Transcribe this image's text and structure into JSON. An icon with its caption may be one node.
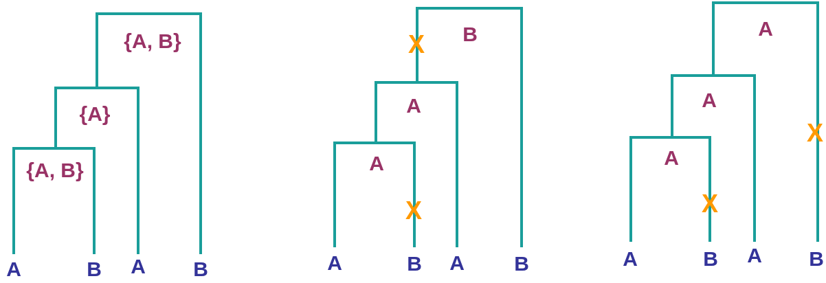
{
  "diagram": {
    "labels": [
      "{A, B}",
      "{A}",
      "{A, B}",
      "A",
      "B",
      "A",
      "B",
      "X",
      "B",
      "A",
      "A",
      "X",
      "A",
      "B",
      "A",
      "B",
      "A",
      "A",
      "X",
      "A",
      "X",
      "A",
      "B",
      "A",
      "B"
    ]
  }
}
